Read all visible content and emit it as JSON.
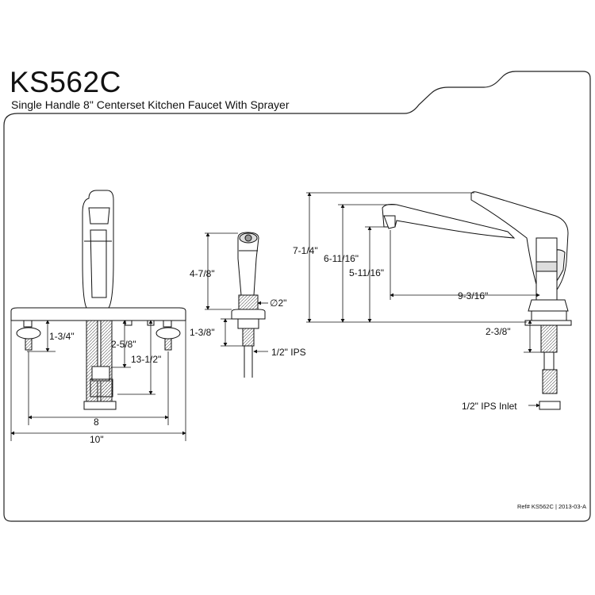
{
  "header": {
    "model": "KS562C",
    "description": "Single Handle 8\" Centerset Kitchen Faucet With Sprayer"
  },
  "dimensions": {
    "front_height": "1-3/4\"",
    "front_shank": "2-5/8\"",
    "front_total": "13-1/2\"",
    "front_center": "8",
    "front_width": "10\"",
    "sprayer_height": "4-7/8\"",
    "sprayer_diameter": "∅2\"",
    "sprayer_shank": "1-3/8\"",
    "sprayer_ips": "1/2\" IPS",
    "side_height_total": "7-1/4\"",
    "side_height_handle": "6-11/16\"",
    "side_height_spout": "5-11/16\"",
    "side_reach": "9-3/16\"",
    "side_shank": "2-3/8\"",
    "side_inlet": "1/2\" IPS Inlet"
  },
  "footer": {
    "reference": "Ref# KS562C | 2013-03-A"
  }
}
